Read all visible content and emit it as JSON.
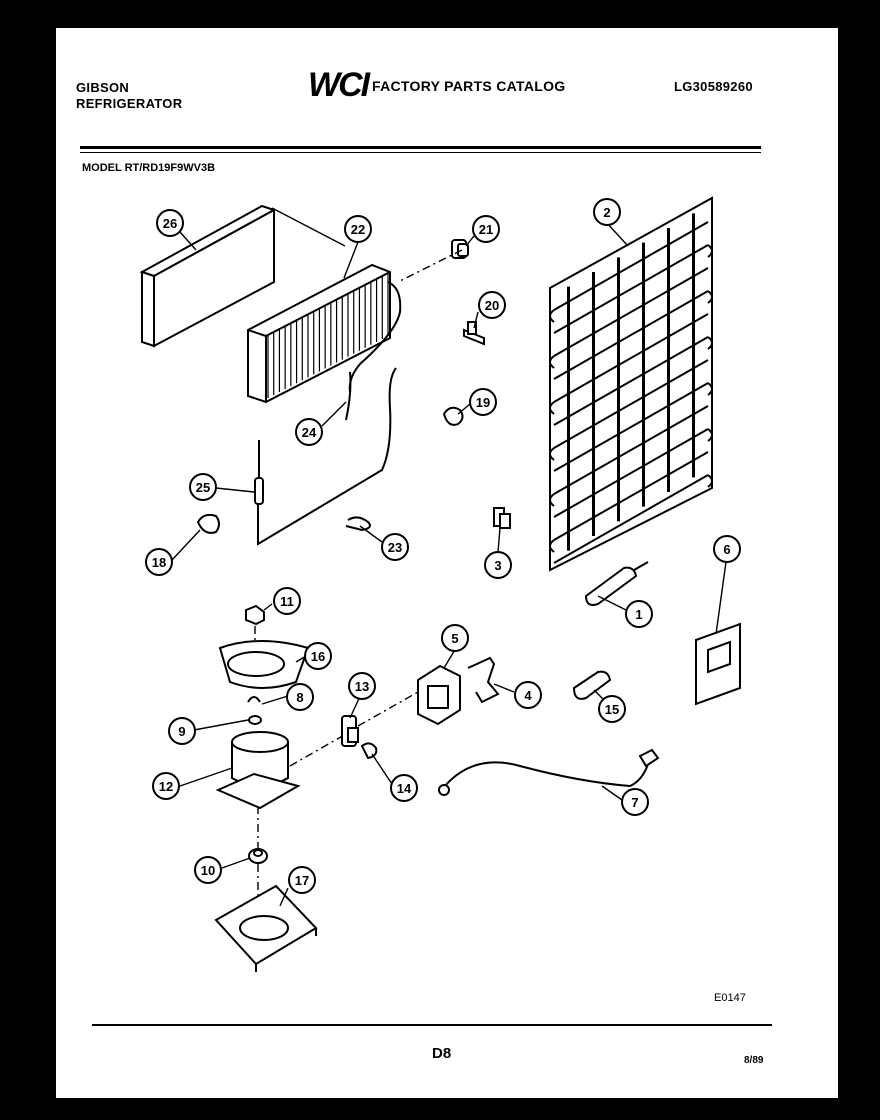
{
  "header": {
    "brand_line1": "GIBSON",
    "brand_line2": "REFRIGERATOR",
    "logo_text": "WCI",
    "catalog_title": "FACTORY PARTS CATALOG",
    "catalog_number": "LG30589260",
    "model_label": "MODEL RT/RD19F9WV3B"
  },
  "footer": {
    "drawing_code": "E0147",
    "page_number": "D8",
    "date": "8/89"
  },
  "callouts": [
    "1",
    "2",
    "3",
    "4",
    "5",
    "6",
    "7",
    "8",
    "9",
    "10",
    "11",
    "12",
    "13",
    "14",
    "15",
    "16",
    "17",
    "18",
    "19",
    "20",
    "21",
    "22",
    "23",
    "24",
    "25",
    "26"
  ]
}
